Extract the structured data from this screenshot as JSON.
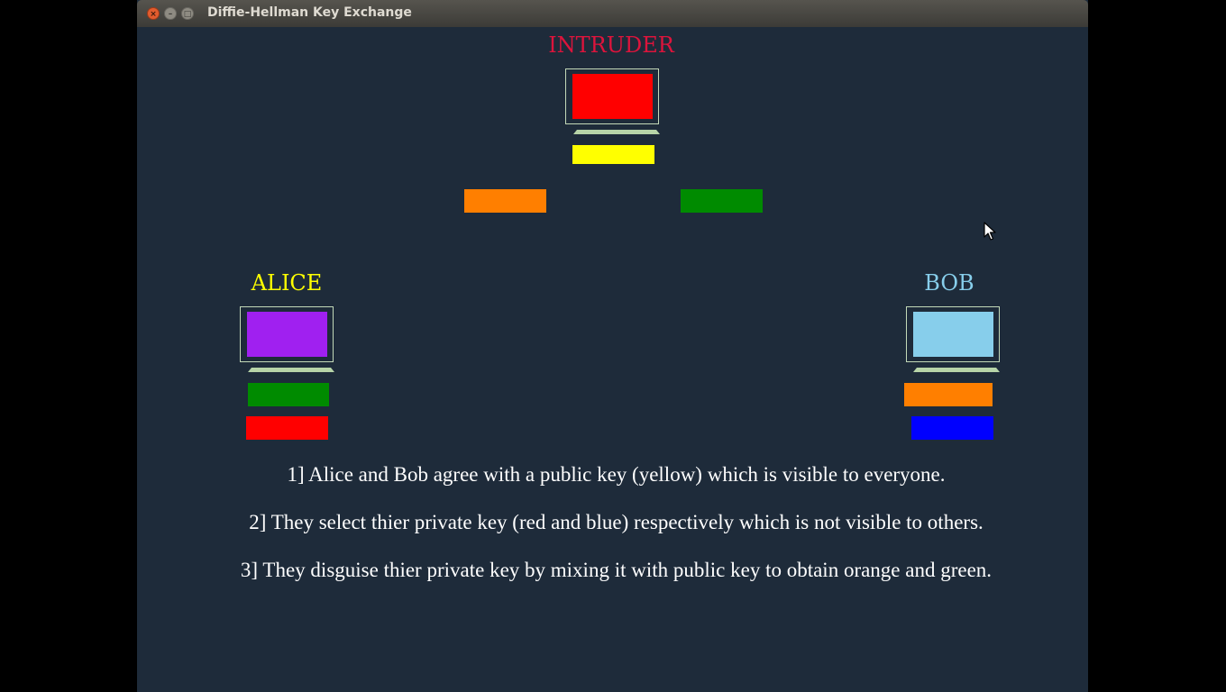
{
  "window": {
    "title": "Diffie-Hellman Key Exchange",
    "close_symbol": "×",
    "minimize_symbol": "–",
    "maximize_symbol": "□"
  },
  "nodes": {
    "intruder": {
      "label": "INTRUDER",
      "label_color": "#dc143c",
      "screen_color": "#ff0000"
    },
    "alice": {
      "label": "ALICE",
      "label_color": "#ffff00",
      "screen_color": "#a020f0"
    },
    "bob": {
      "label": "BOB",
      "label_color": "#87ceeb",
      "screen_color": "#87ceeb"
    }
  },
  "keys": {
    "intruder_public": "#ffff00",
    "intercepted_left": "#ff7f00",
    "intercepted_right": "#008b00",
    "alice_received": "#008b00",
    "alice_private": "#ff0000",
    "bob_received": "#ff7f00",
    "bob_private": "#0000ff"
  },
  "steps": [
    "1] Alice and Bob agree with a public key (yellow) which is visible to everyone.",
    "2] They select thier private key (red and blue) respectively which is not visible to others.",
    "3] They disguise thier private key by mixing it with public key to obtain orange and green."
  ]
}
